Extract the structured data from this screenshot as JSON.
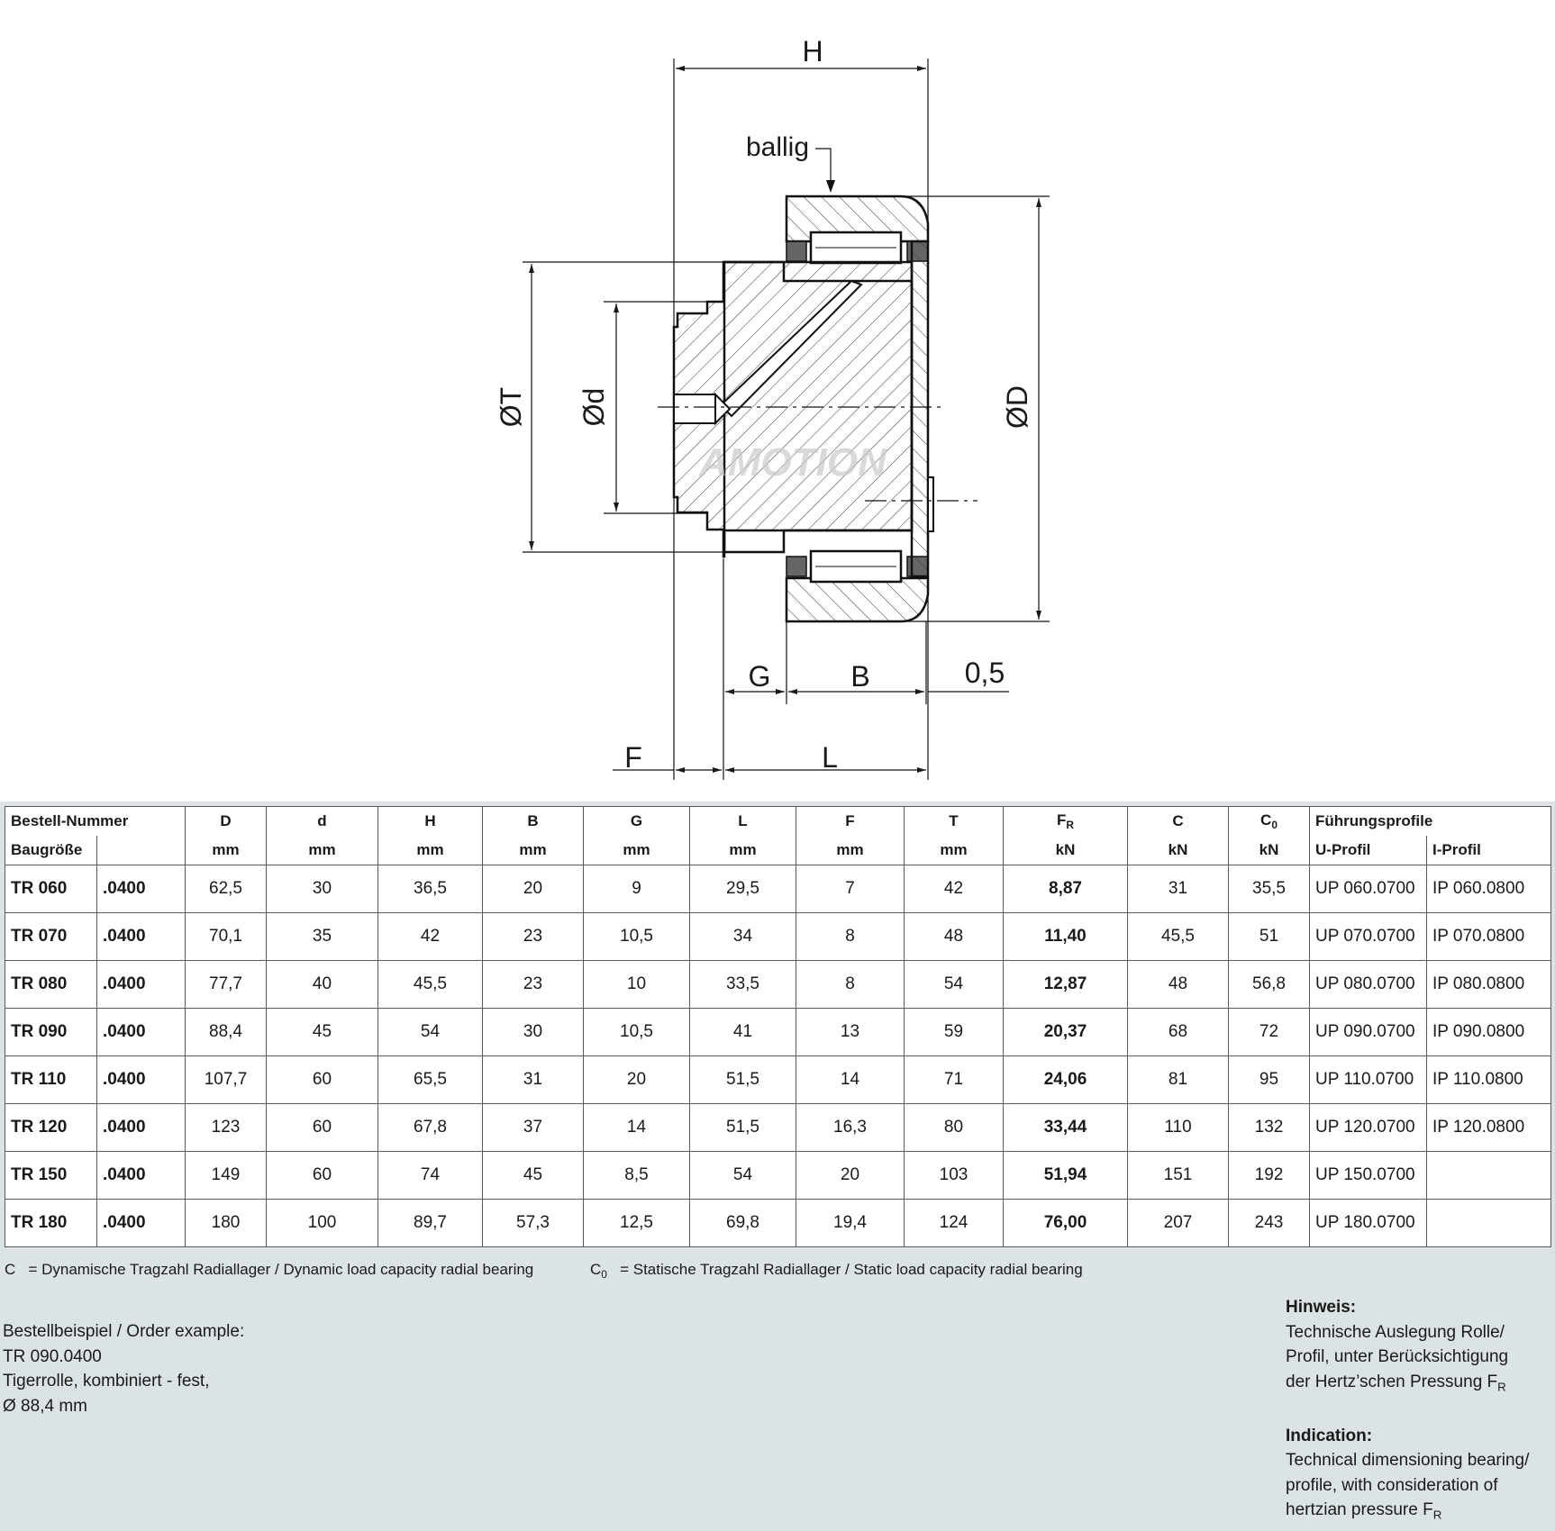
{
  "drawing": {
    "dim_labels": {
      "H": "H",
      "ballig": "ballig",
      "T": "ØT",
      "d": "Ød",
      "D": "ØD",
      "G": "G",
      "B": "B",
      "gap": "0,5",
      "F": "F",
      "L": "L"
    },
    "watermark": "AMOTION"
  },
  "table": {
    "header1": [
      "Bestell-Nummer",
      "D",
      "d",
      "H",
      "B",
      "G",
      "L",
      "F",
      "T",
      "F",
      "C",
      "C",
      "Führungsprofile"
    ],
    "fr_sub": "R",
    "c0_sub": "0",
    "header2": {
      "baugroesse": "Baugröße",
      "units": [
        "mm",
        "mm",
        "mm",
        "mm",
        "mm",
        "mm",
        "mm",
        "mm",
        "kN",
        "kN",
        "kN"
      ],
      "u_profil": "U-Profil",
      "i_profil": "I-Profil"
    },
    "rows": [
      {
        "code": "TR 060",
        "suffix": ".0400",
        "D": "62,5",
        "d": "30",
        "H": "36,5",
        "B": "20",
        "G": "9",
        "L": "29,5",
        "F": "7",
        "T": "42",
        "FR": "8,87",
        "C": "31",
        "C0": "35,5",
        "U": "UP 060.0700",
        "I": "IP 060.0800"
      },
      {
        "code": "TR 070",
        "suffix": ".0400",
        "D": "70,1",
        "d": "35",
        "H": "42",
        "B": "23",
        "G": "10,5",
        "L": "34",
        "F": "8",
        "T": "48",
        "FR": "11,40",
        "C": "45,5",
        "C0": "51",
        "U": "UP 070.0700",
        "I": "IP 070.0800"
      },
      {
        "code": "TR 080",
        "suffix": ".0400",
        "D": "77,7",
        "d": "40",
        "H": "45,5",
        "B": "23",
        "G": "10",
        "L": "33,5",
        "F": "8",
        "T": "54",
        "FR": "12,87",
        "C": "48",
        "C0": "56,8",
        "U": "UP 080.0700",
        "I": "IP 080.0800"
      },
      {
        "code": "TR 090",
        "suffix": ".0400",
        "D": "88,4",
        "d": "45",
        "H": "54",
        "B": "30",
        "G": "10,5",
        "L": "41",
        "F": "13",
        "T": "59",
        "FR": "20,37",
        "C": "68",
        "C0": "72",
        "U": "UP 090.0700",
        "I": "IP 090.0800"
      },
      {
        "code": "TR 110",
        "suffix": ".0400",
        "D": "107,7",
        "d": "60",
        "H": "65,5",
        "B": "31",
        "G": "20",
        "L": "51,5",
        "F": "14",
        "T": "71",
        "FR": "24,06",
        "C": "81",
        "C0": "95",
        "U": "UP 110.0700",
        "I": "IP 110.0800"
      },
      {
        "code": "TR 120",
        "suffix": ".0400",
        "D": "123",
        "d": "60",
        "H": "67,8",
        "B": "37",
        "G": "14",
        "L": "51,5",
        "F": "16,3",
        "T": "80",
        "FR": "33,44",
        "C": "110",
        "C0": "132",
        "U": "UP 120.0700",
        "I": "IP 120.0800"
      },
      {
        "code": "TR 150",
        "suffix": ".0400",
        "D": "149",
        "d": "60",
        "H": "74",
        "B": "45",
        "G": "8,5",
        "L": "54",
        "F": "20",
        "T": "103",
        "FR": "51,94",
        "C": "151",
        "C0": "192",
        "U": "UP 150.0700",
        "I": ""
      },
      {
        "code": "TR 180",
        "suffix": ".0400",
        "D": "180",
        "d": "100",
        "H": "89,7",
        "B": "57,3",
        "G": "12,5",
        "L": "69,8",
        "F": "19,4",
        "T": "124",
        "FR": "76,00",
        "C": "207",
        "C0": "243",
        "U": "UP 180.0700",
        "I": ""
      }
    ]
  },
  "legend": {
    "c_symbol": "C",
    "c_text": "= Dynamische Tragzahl Radiallager / Dynamic load capacity radial bearing",
    "c0_symbol": "C",
    "c0_sub": "0",
    "c0_text": "= Statische Tragzahl Radiallager / Static load capacity radial bearing"
  },
  "order_example": {
    "lines": [
      "Bestellbeispiel / Order example:",
      "TR 090.0400",
      "Tigerrolle, kombiniert - fest,",
      "Ø 88,4 mm"
    ]
  },
  "note": {
    "de_title": "Hinweis:",
    "de_lines": [
      "Technische Auslegung Rolle/",
      "Profil, unter Berücksichtigung",
      "der Hertz’schen Pressung F"
    ],
    "de_sub": "R",
    "en_title": "Indication:",
    "en_lines": [
      "Technical dimensioning bearing/",
      "profile, with consideration of",
      "hertzian pressure F"
    ],
    "en_sub": "R"
  }
}
